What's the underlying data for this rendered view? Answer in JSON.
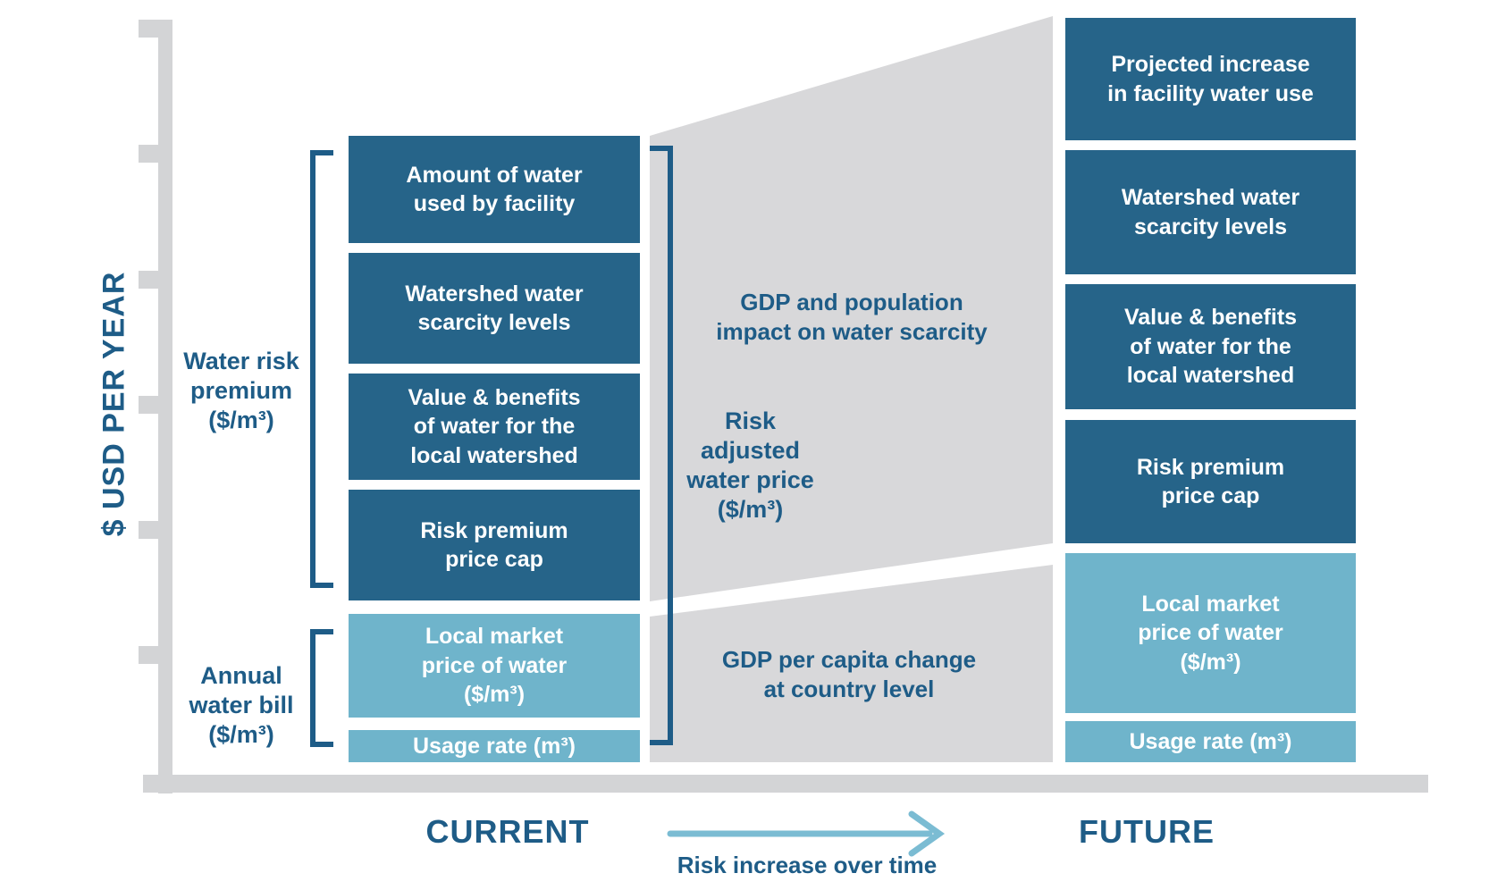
{
  "y_axis_label": "$ USD PER YEAR",
  "left_labels": {
    "water_risk_premium": "Water risk\npremium\n($/m³)",
    "annual_water_bill": "Annual\nwater bill\n($/m³)"
  },
  "middle": {
    "risk_adjusted_price": "Risk adjusted\nwater price\n($/m³)",
    "gdp_population_impact": "GDP and population\nimpact on water scarcity",
    "gdp_per_capita_change": "GDP per capita change\nat country level",
    "risk_arrow_label": "Risk increase over time"
  },
  "columns": {
    "current": {
      "title": "CURRENT",
      "boxes": [
        {
          "label": "Amount of water\nused by facility",
          "tone": "dark"
        },
        {
          "label": "Watershed water\nscarcity levels",
          "tone": "dark"
        },
        {
          "label": "Value & benefits\nof water for the\nlocal watershed",
          "tone": "dark"
        },
        {
          "label": "Risk premium\nprice cap",
          "tone": "dark"
        },
        {
          "label": "Local market\nprice of water\n($/m³)",
          "tone": "light"
        },
        {
          "label": "Usage rate (m³)",
          "tone": "light"
        }
      ]
    },
    "future": {
      "title": "FUTURE",
      "boxes": [
        {
          "label": "Projected increase\nin facility water use",
          "tone": "dark"
        },
        {
          "label": "Watershed water\nscarcity levels",
          "tone": "dark"
        },
        {
          "label": "Value & benefits\nof water for the\nlocal watershed",
          "tone": "dark"
        },
        {
          "label": "Risk premium\nprice cap",
          "tone": "dark"
        },
        {
          "label": "Local market\nprice of water\n($/m³)",
          "tone": "light"
        },
        {
          "label": "Usage rate (m³)",
          "tone": "light"
        }
      ]
    }
  },
  "colors": {
    "dark_box": "#266489",
    "light_box": "#6FB4CB",
    "panel_gray": "#D8D8DA",
    "axis_gray": "#D3D4D6",
    "text_blue": "#1E5C87",
    "arrow_blue": "#7BBCD3",
    "box_text": "#FFFFFF"
  }
}
